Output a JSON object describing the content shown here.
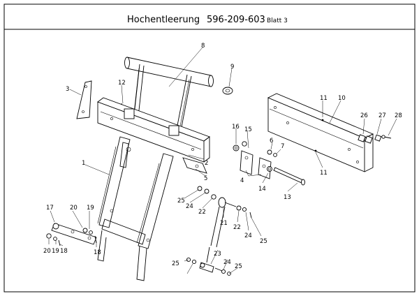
{
  "title": {
    "name": "Hochentleerung",
    "number": "596-209-603",
    "sheet": "Blatt 3"
  },
  "callouts": [
    {
      "id": "c1",
      "label": "1"
    },
    {
      "id": "c2",
      "label": "2"
    },
    {
      "id": "c3",
      "label": "3"
    },
    {
      "id": "c4",
      "label": "4"
    },
    {
      "id": "c5",
      "label": "5"
    },
    {
      "id": "c6",
      "label": "6"
    },
    {
      "id": "c7",
      "label": "7"
    },
    {
      "id": "c8",
      "label": "8"
    },
    {
      "id": "c9",
      "label": "9"
    },
    {
      "id": "c10",
      "label": "10"
    },
    {
      "id": "c11a",
      "label": "11"
    },
    {
      "id": "c11b",
      "label": "11"
    },
    {
      "id": "c12",
      "label": "12"
    },
    {
      "id": "c13",
      "label": "13"
    },
    {
      "id": "c14",
      "label": "14"
    },
    {
      "id": "c15",
      "label": "15"
    },
    {
      "id": "c16",
      "label": "16"
    },
    {
      "id": "c17",
      "label": "17"
    },
    {
      "id": "c18a",
      "label": "18"
    },
    {
      "id": "c18b",
      "label": "18"
    },
    {
      "id": "c19a",
      "label": "19"
    },
    {
      "id": "c19b",
      "label": "19"
    },
    {
      "id": "c20a",
      "label": "20"
    },
    {
      "id": "c20b",
      "label": "20"
    },
    {
      "id": "c21",
      "label": "21"
    },
    {
      "id": "c22a",
      "label": "22"
    },
    {
      "id": "c22b",
      "label": "22"
    },
    {
      "id": "c23",
      "label": "23"
    },
    {
      "id": "c24a",
      "label": "24"
    },
    {
      "id": "c24b",
      "label": "24"
    },
    {
      "id": "c24c",
      "label": "24"
    },
    {
      "id": "c25a",
      "label": "25"
    },
    {
      "id": "c25b",
      "label": "25"
    },
    {
      "id": "c25c",
      "label": "25"
    },
    {
      "id": "c25d",
      "label": "25"
    },
    {
      "id": "c26",
      "label": "26"
    },
    {
      "id": "c27",
      "label": "27"
    },
    {
      "id": "c28",
      "label": "28"
    }
  ]
}
